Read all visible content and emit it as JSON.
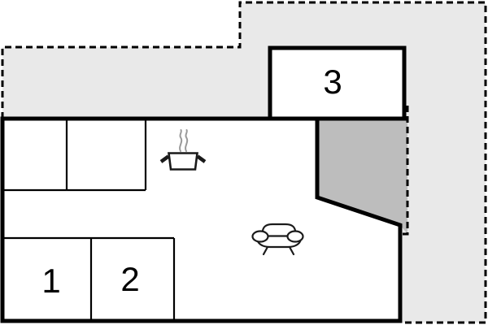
{
  "floorplan": {
    "type": "vacation-home-floor-plan",
    "rooms": [
      {
        "label": "1"
      },
      {
        "label": "2"
      },
      {
        "label": "3"
      }
    ],
    "icons": [
      {
        "name": "cooking-pot-icon",
        "meaning": "kitchen / stove with steaming pot"
      },
      {
        "name": "sofa-icon",
        "meaning": "living room sofa"
      }
    ],
    "areas": [
      {
        "name": "terrace-area",
        "style": "light-gray, dashed outline"
      },
      {
        "name": "covered-terrace-area",
        "style": "dark-gray"
      }
    ],
    "colors": {
      "terrace": "#e9e9e9",
      "covered": "#bdbdbd",
      "wall": "#000000",
      "interior": "#ffffff",
      "steam": "#999999"
    }
  }
}
